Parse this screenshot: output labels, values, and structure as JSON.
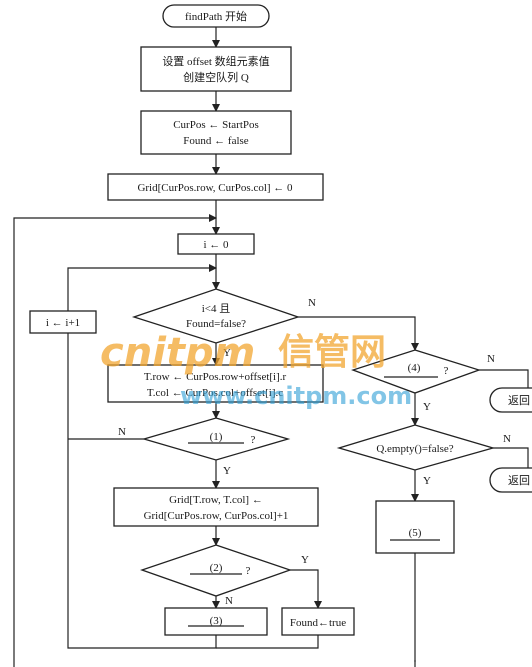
{
  "nodes": {
    "start": "findPath 开始",
    "init_1": "设置 offset 数组元素值",
    "init_2": "创建空队列 Q",
    "curpos_1": "CurPos ← StartPos",
    "curpos_2": "Found ← false",
    "grid_init": "Grid[CurPos.row, CurPos.col] ← 0",
    "i_init": "i ← 0",
    "loop_cond_1": "i<4 且",
    "loop_cond_2": "Found=false?",
    "i_inc": "i ← i+1",
    "trow": "T.row ← CurPos.row+offset[i].r",
    "tcol": "T.col ← CurPos.col+offset[i].c",
    "blank1": "(1)",
    "grid_set_1": "Grid[T.row, T.col] ←",
    "grid_set_2": "Grid[CurPos.row, CurPos.col]+1",
    "blank2": "(2)",
    "blank3": "(3)",
    "found_true": "Found←true",
    "blank4": "(4)",
    "qempty": "Q.empty()=false?",
    "blank5": "(5)",
    "return1": "返回",
    "return2": "返回"
  },
  "labels": {
    "yes": "Y",
    "no": "N",
    "question": "?"
  },
  "watermark": {
    "brand": "cnitpm",
    "cn": "信管网",
    "url": "www.cnitpm.com"
  }
}
